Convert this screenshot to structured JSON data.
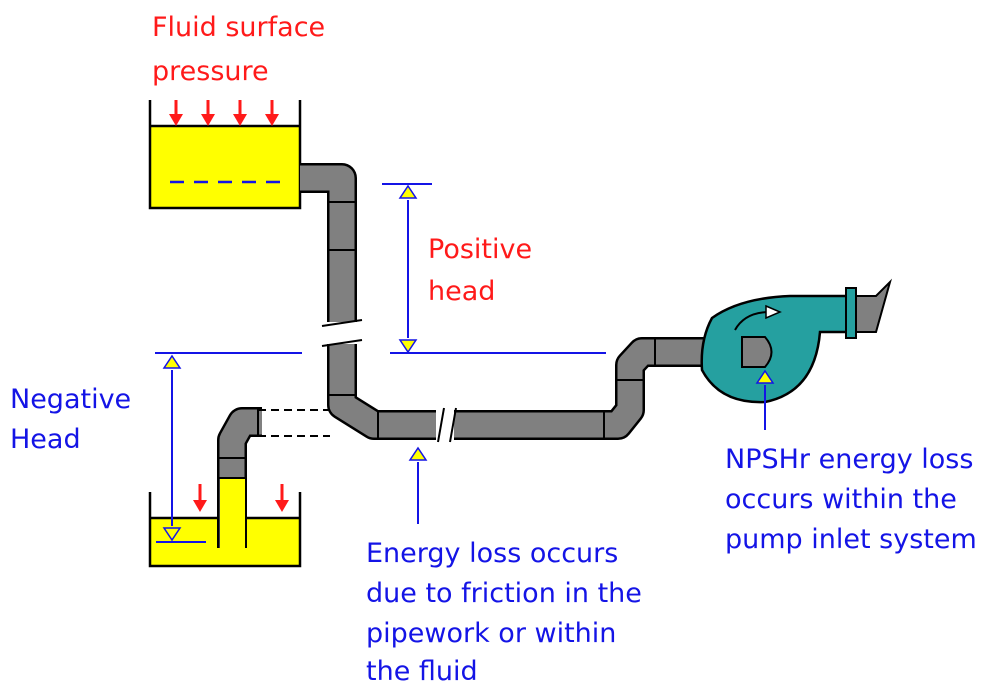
{
  "labels": {
    "fluid_surface_pressure": [
      "Fluid surface",
      "pressure"
    ],
    "positive_head": [
      "Positive",
      "head"
    ],
    "negative_head": [
      "Negative",
      "Head"
    ],
    "friction_loss": [
      "Energy loss occurs",
      "due to friction in the",
      "pipework or within",
      "the fluid"
    ],
    "npshr_loss": [
      "NPSHr energy loss",
      "occurs within the",
      "pump inlet system"
    ]
  },
  "colors": {
    "red_text": "#ff1a1a",
    "blue_text": "#1414e6",
    "fluid_fill": "#ffff00",
    "pipe_fill": "#808080",
    "pump_fill": "#25a0a0",
    "marker_fill": "#ffff00"
  }
}
